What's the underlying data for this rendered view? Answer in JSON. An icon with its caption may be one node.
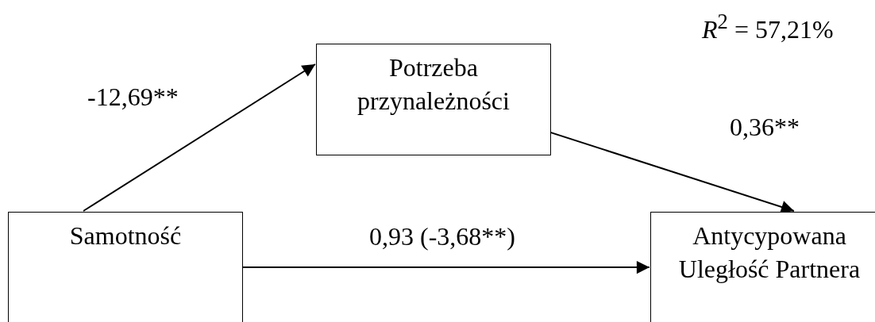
{
  "diagram": {
    "nodes": [
      {
        "text": [
          "Samotność"
        ]
      },
      {
        "text": [
          "Potrzeba przynależności"
        ]
      },
      {
        "text": [
          "Antycypowana Uległość Partnera"
        ]
      }
    ],
    "edges": [
      {
        "from": 0,
        "to": 1,
        "arrow": "to",
        "label": "-12,69**"
      },
      {
        "from": 1,
        "to": 2,
        "arrow": "to",
        "label": "0,36**"
      },
      {
        "from": 0,
        "to": 2,
        "arrow": "to",
        "label": "0,93 (-3,68**)"
      }
    ],
    "labels": [
      "*R*$^{2}$ = 57,21%"
    ]
  }
}
